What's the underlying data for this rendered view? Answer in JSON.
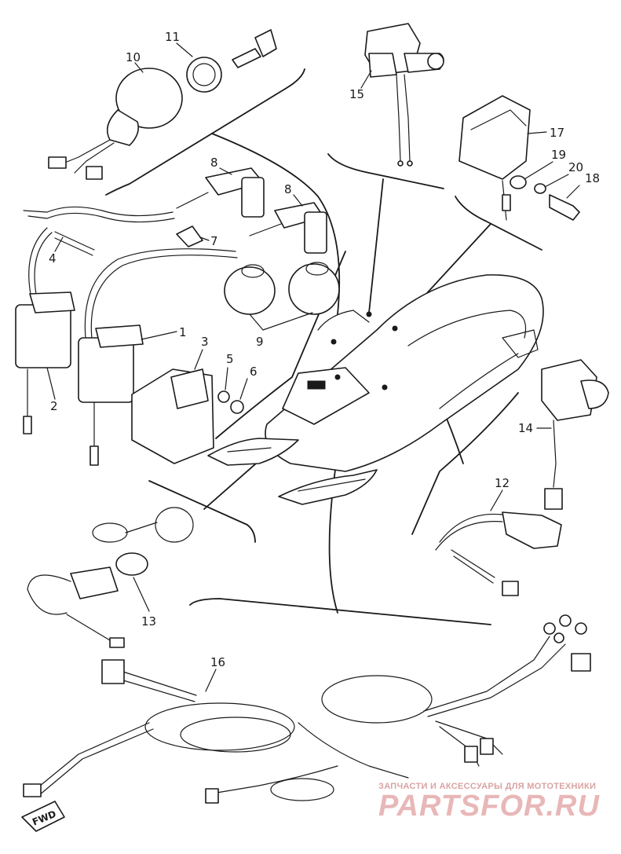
{
  "callouts": [
    "1",
    "2",
    "3",
    "4",
    "5",
    "6",
    "7",
    "8",
    "8",
    "9",
    "10",
    "11",
    "12",
    "13",
    "14",
    "15",
    "16",
    "17",
    "18",
    "19",
    "20"
  ],
  "fwd_label": "FWD",
  "watermark": {
    "tagline": "ЗАПЧАСТИ И АКСЕССУАРЫ ДЛЯ МОТОТЕХНИКИ",
    "brand": "PARTSFOR.RU"
  }
}
